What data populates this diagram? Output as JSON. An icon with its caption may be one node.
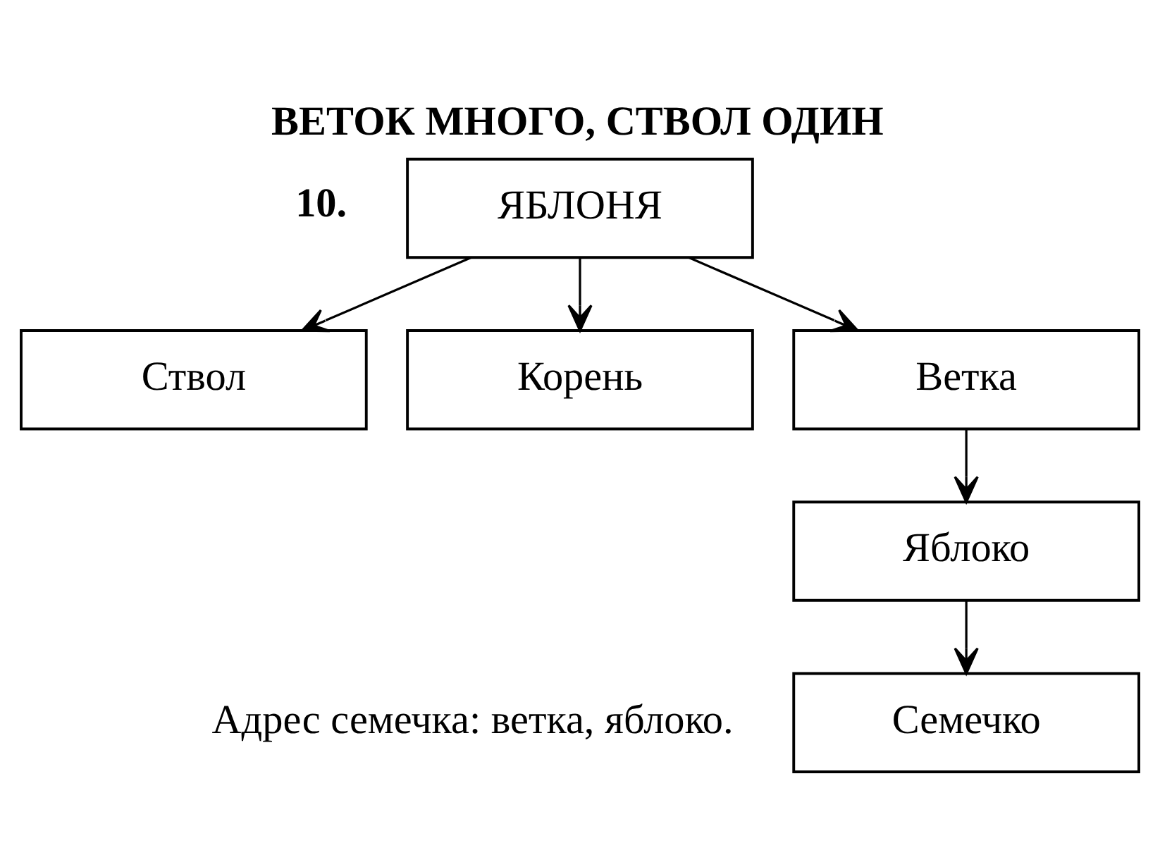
{
  "diagram": {
    "title": "ВЕТОК МНОГО, СТВОЛ ОДИН",
    "nodes": [
      {
        "text": [
          "ЯБЛОНЯ"
        ]
      },
      {
        "text": [
          "Ствол"
        ]
      },
      {
        "text": [
          "Корень"
        ]
      },
      {
        "text": [
          "Ветка"
        ]
      },
      {
        "text": [
          "Яблоко"
        ]
      },
      {
        "text": [
          "Семечко"
        ]
      }
    ],
    "edges": [
      {
        "from": 0,
        "to": 1,
        "arrow": "to"
      },
      {
        "from": 0,
        "to": 2,
        "arrow": "to"
      },
      {
        "from": 0,
        "to": 3,
        "arrow": "to"
      },
      {
        "from": 3,
        "to": 4,
        "arrow": "to"
      },
      {
        "from": 4,
        "to": 5,
        "arrow": "to"
      }
    ],
    "labels": [
      "10.",
      "Адрес семечка: ветка, яблоко."
    ]
  }
}
